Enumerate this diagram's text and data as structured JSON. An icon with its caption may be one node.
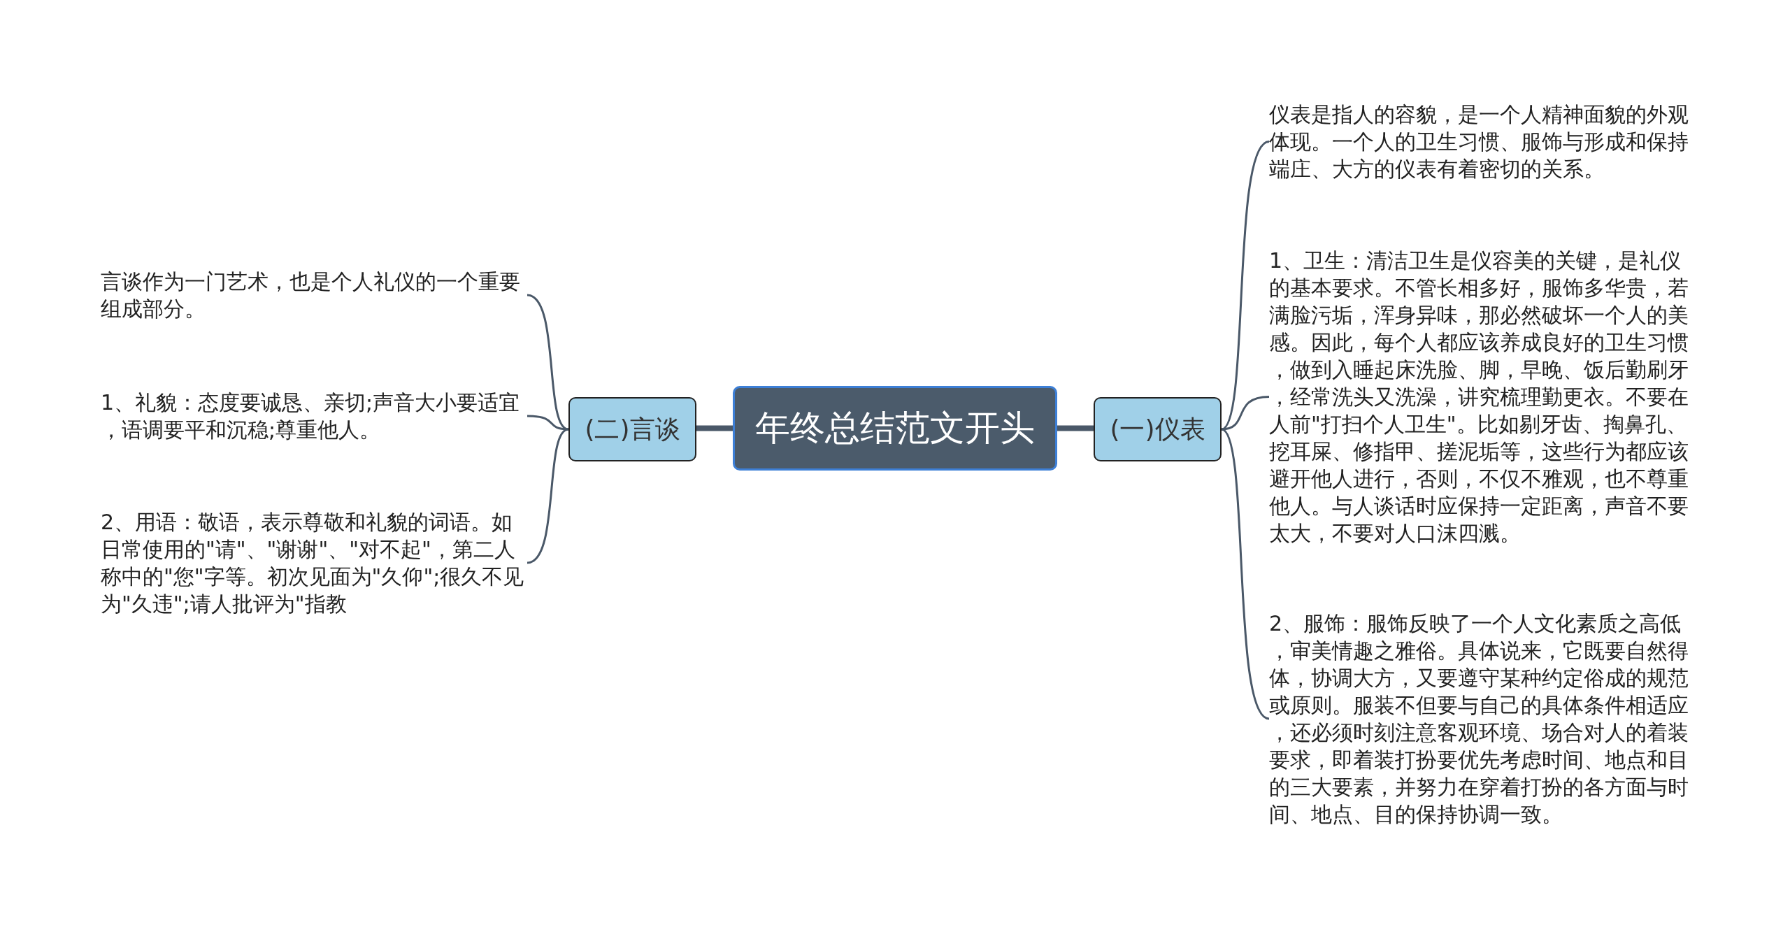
{
  "diagram": {
    "nodes": [
      {
        "text": [
          "年终总结范文开头"
        ]
      },
      {
        "text": [
          "(一)仪表"
        ]
      },
      {
        "text": [
          "仪表是指人的容貌，是一个人精神面貌的外观体现。一个人的卫生习惯、服饰与形成和保持端庄、大方的仪表有着密切的关系。"
        ]
      },
      {
        "text": [
          "1、卫生：清洁卫生是仪容美的关键，是礼仪的基本要求。不管长相多好，服饰多华贵，若满脸污垢，浑身异味，那必然破坏一个人的美感。因此，每个人都应该养成良好的卫生习惯，做到入睡起床洗脸、脚，早晚、饭后勤刷牙，经常洗头又洗澡，讲究梳理勤更衣。不要在人前\"打扫个人卫生\"。比如剔牙齿、掏鼻孔、挖耳屎、修指甲、搓泥垢等，这些行为都应该避开他人进行，否则，不仅不雅观，也不尊重他人。与人谈话时应保持一定距离，声音不要太大，不要对人口沫四溅。"
        ]
      },
      {
        "text": [
          "2、服饰：服饰反映了一个人文化素质之高低，审美情趣之雅俗。具体说来，它既要自然得体，协调大方，又要遵守某种约定俗成的规范或原则。服装不但要与自己的具体条件相适应，还必须时刻注意客观环境、场合对人的着装要求，即着装打扮要优先考虑时间、地点和目的三大要素，并努力在穿着打扮的各方面与时间、地点、目的保持协调一致。"
        ]
      },
      {
        "text": [
          "(二)言谈"
        ]
      },
      {
        "text": [
          "言谈作为一门艺术，也是个人礼仪的一个重要组成部分。"
        ]
      },
      {
        "text": [
          "1、礼貌：态度要诚恳、亲切;声音大小要适宜，语调要平和沉稳;尊重他人。"
        ]
      },
      {
        "text": [
          "2、用语：敬语，表示尊敬和礼貌的词语。如日常使用的\"请\"、\"谢谢\"、\"对不起\"，第二人称中的\"您\"字等。初次见面为\"久仰\";很久不见为\"久违\";请人批评为\"指教"
        ]
      }
    ],
    "edges": [
      {
        "from": 0,
        "to": 1,
        "arrow": "none",
        "style": "thick"
      },
      {
        "from": 1,
        "to": 2,
        "arrow": "none"
      },
      {
        "from": 1,
        "to": 3,
        "arrow": "none"
      },
      {
        "from": 1,
        "to": 4,
        "arrow": "none"
      },
      {
        "from": 0,
        "to": 5,
        "arrow": "none",
        "style": "thick"
      },
      {
        "from": 5,
        "to": 6,
        "arrow": "none"
      },
      {
        "from": 5,
        "to": 7,
        "arrow": "none"
      },
      {
        "from": 5,
        "to": 8,
        "arrow": "none"
      }
    ]
  }
}
